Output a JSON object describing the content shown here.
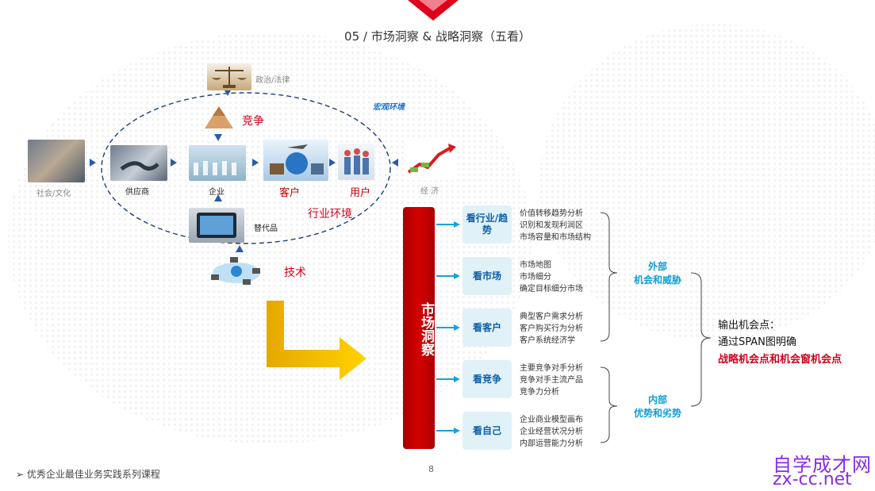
{
  "slide_title": "05 / 市场洞察 & 战略洞察（五看）",
  "macro_label": "宏观环境",
  "industry_label": "行业环境",
  "nodes": {
    "politics": "政治/法律",
    "competition": "竞争",
    "society": "社会/文化",
    "supplier": "供应商",
    "enterprise": "企业",
    "customer": "客户",
    "user": "用户",
    "economy": "经 济",
    "substitute": "替代品",
    "technology": "技术"
  },
  "market_insight": "市场洞察",
  "looks": [
    {
      "label": "看行业/趋势",
      "items": [
        "价值转移趋势分析",
        "识别和发现利润区",
        "市场容量和市场结构"
      ]
    },
    {
      "label": "看市场",
      "items": [
        "市场地图",
        "市场细分",
        "确定目标细分市场"
      ]
    },
    {
      "label": "看客户",
      "items": [
        "典型客户需求分析",
        "客户购买行为分析",
        "客户系统经济学"
      ]
    },
    {
      "label": "看竞争",
      "items": [
        "主要竞争对手分析",
        "竞争对手主流产品",
        "竞争力分析"
      ]
    },
    {
      "label": "看自己",
      "items": [
        "企业商业模型画布",
        "企业经营状况分析",
        "内部运营能力分析"
      ]
    }
  ],
  "groups": {
    "external": [
      "外部",
      "机会和威胁"
    ],
    "internal": [
      "内部",
      "优势和劣势"
    ]
  },
  "output": {
    "line1": "输出机会点：",
    "line2": "通过SPAN图明确",
    "line3": "战略机会点和机会窗机会点"
  },
  "footer": "优秀企业最佳业务实践系列课程",
  "page_number": "8",
  "watermark": {
    "line1": "自学成才网",
    "line2": "zx-cc.net"
  },
  "colors": {
    "accent_red": "#d0021b",
    "look_blue": "#0d5fa8",
    "group_blue": "#0d9ed8",
    "arrow_blue": "#2b5aa8"
  }
}
